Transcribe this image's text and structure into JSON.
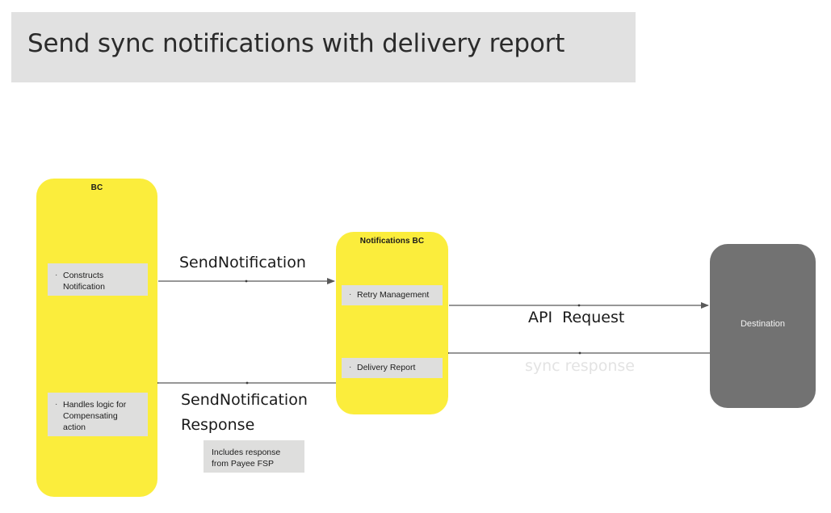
{
  "header": {
    "title": "Send sync notifications with delivery report",
    "background_color": "#e1e1e1"
  },
  "colors": {
    "node_yellow": "#fbed3c",
    "node_gray": "#727272",
    "chip_gray": "#dededd",
    "arrow": "#595959",
    "sync_response_text": "#e3e3e3"
  },
  "nodes": {
    "source_bc": {
      "title": "BC",
      "chips": [
        {
          "text": "Constructs Notification"
        },
        {
          "text": "Handles logic for Compensating action"
        }
      ]
    },
    "notifications_bc": {
      "title": "Notifications BC",
      "chips": [
        {
          "text": "Retry Management"
        },
        {
          "text": "Delivery Report"
        }
      ]
    },
    "destination": {
      "title": "Destination"
    }
  },
  "arrows": [
    {
      "name": "send-notification",
      "label": "SendNotification",
      "direction": "right",
      "from": "source_bc",
      "to": "notifications_bc"
    },
    {
      "name": "send-notification-response",
      "label": "SendNotification\nResponse",
      "direction": "left",
      "from": "notifications_bc",
      "to": "source_bc"
    },
    {
      "name": "api-request",
      "label": "API  Request",
      "direction": "right",
      "from": "notifications_bc",
      "to": "destination"
    },
    {
      "name": "sync-response",
      "label": "sync response",
      "direction": "left",
      "from": "destination",
      "to": "notifications_bc"
    }
  ],
  "notes": [
    {
      "name": "payee-fsp-note",
      "text": "Includes response from Payee FSP"
    }
  ]
}
